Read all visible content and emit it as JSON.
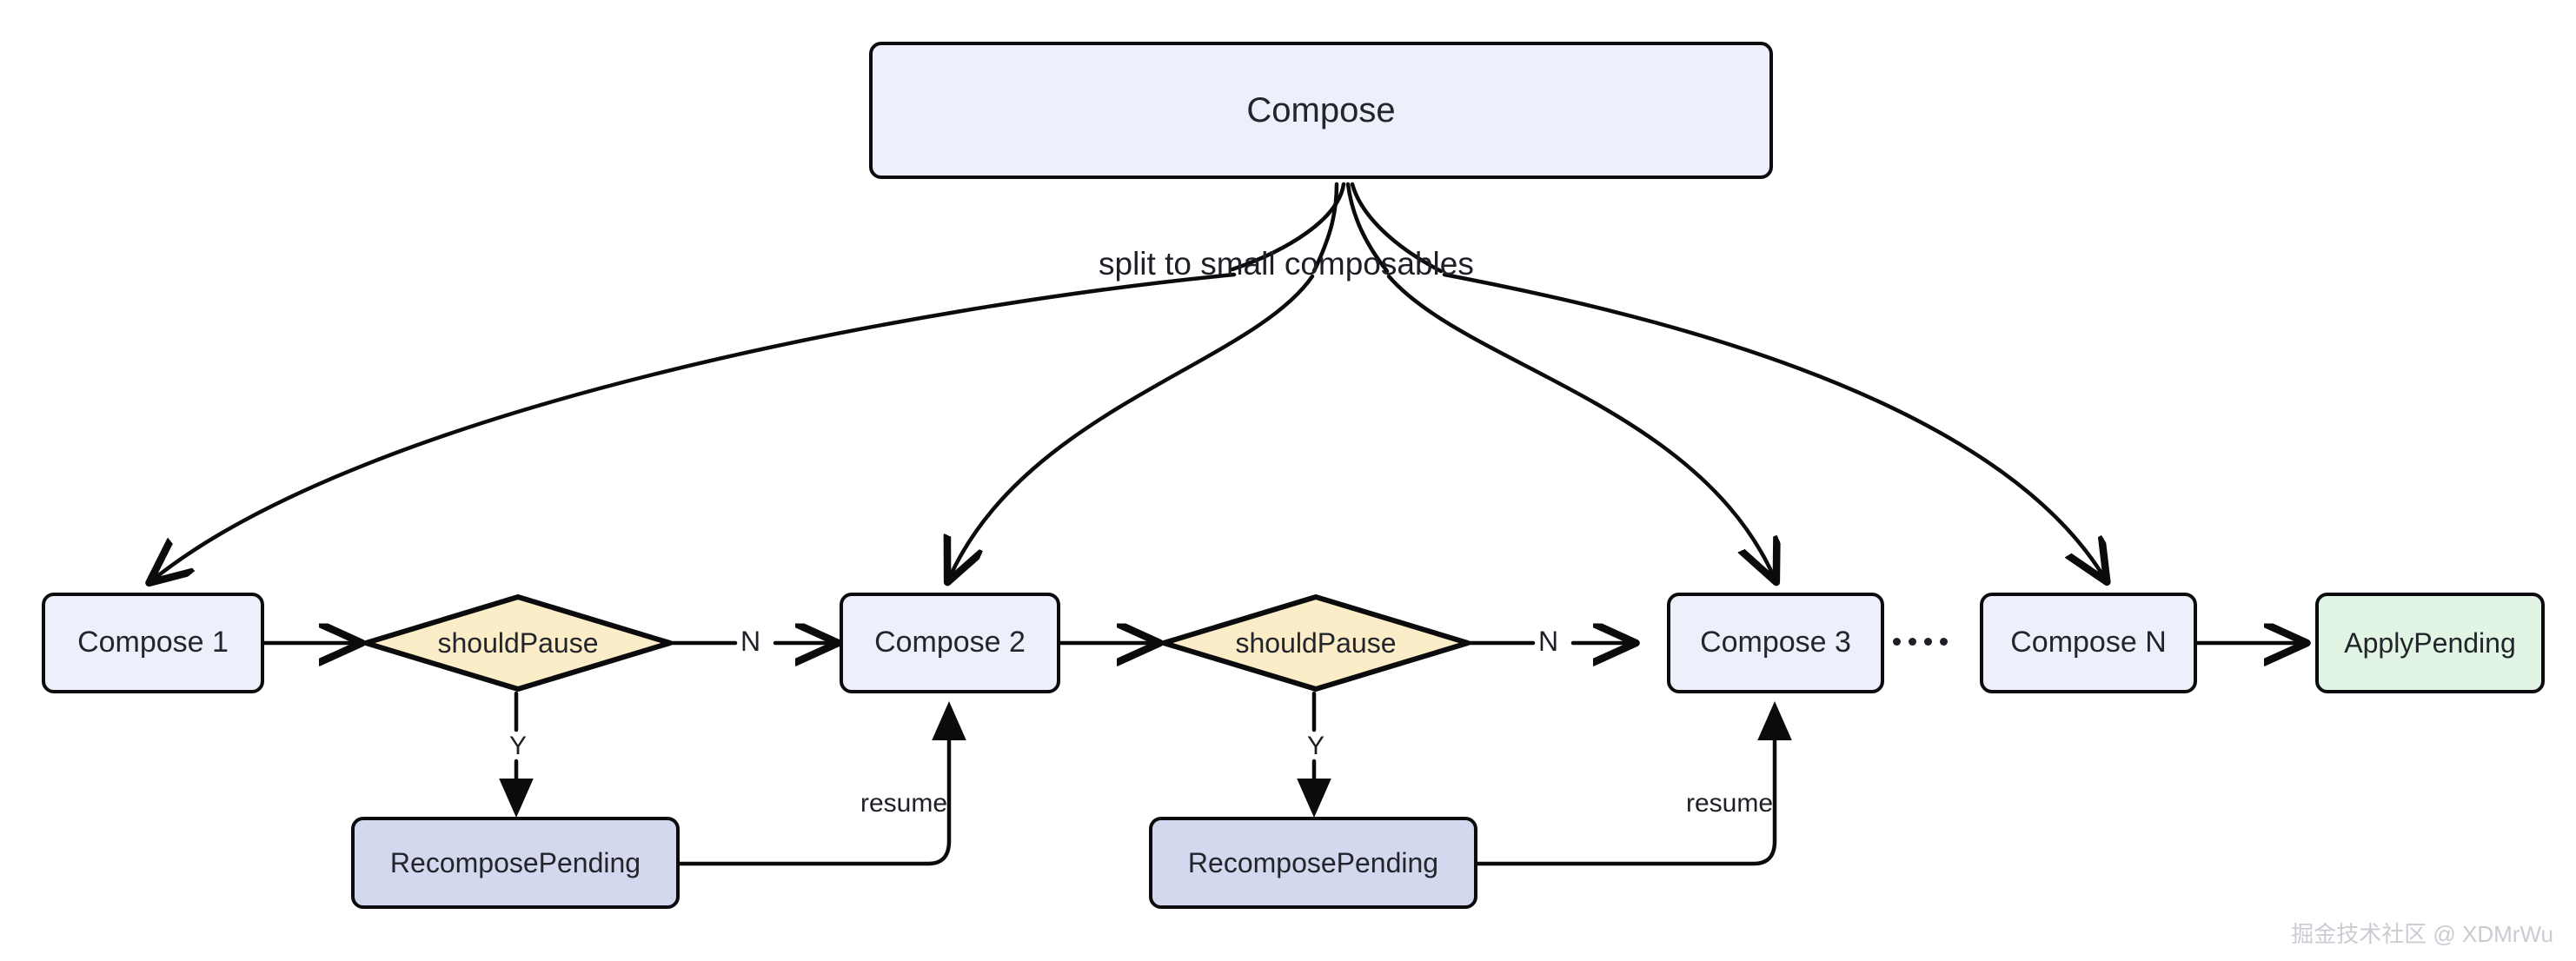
{
  "diagram": {
    "title_node": {
      "label": "Compose"
    },
    "split_label": "split to small composables",
    "nodes": [
      {
        "id": "compose1",
        "label": "Compose 1",
        "kind": "process",
        "fill": "#edf0fa"
      },
      {
        "id": "shouldPause1",
        "label": "shouldPause",
        "kind": "decision",
        "fill": "#fbedc7"
      },
      {
        "id": "compose2",
        "label": "Compose 2",
        "kind": "process",
        "fill": "#edf0fa"
      },
      {
        "id": "shouldPause2",
        "label": "shouldPause",
        "kind": "decision",
        "fill": "#fbedc7"
      },
      {
        "id": "compose3",
        "label": "Compose 3",
        "kind": "process",
        "fill": "#edf0fa"
      },
      {
        "id": "composeN",
        "label": "Compose N",
        "kind": "process",
        "fill": "#edf0fa"
      },
      {
        "id": "applyPending",
        "label": "ApplyPending",
        "kind": "terminal",
        "fill": "#e2f4e3"
      },
      {
        "id": "recomposePending1",
        "label": "RecomposePending",
        "kind": "state",
        "fill": "#d3d8ef"
      },
      {
        "id": "recomposePending2",
        "label": "RecomposePending",
        "kind": "state",
        "fill": "#d3d8ef"
      }
    ],
    "edge_labels": {
      "no_1": "N",
      "no_2": "N",
      "no_3": "N",
      "yes_1": "Y",
      "yes_2": "Y",
      "resume_1": "resume",
      "resume_2": "resume"
    },
    "ellipsis": "......",
    "watermark": "掘金技术社区 @ XDMrWu",
    "colors": {
      "stroke": "#0b0b0d",
      "process_fill": "#edf0fa",
      "decision_fill": "#fbedc7",
      "state_fill": "#d3d8ef",
      "terminal_fill": "#e2f4e3",
      "text": "#22252b",
      "watermark": "#c9ccd2",
      "background": "#ffffff"
    }
  }
}
